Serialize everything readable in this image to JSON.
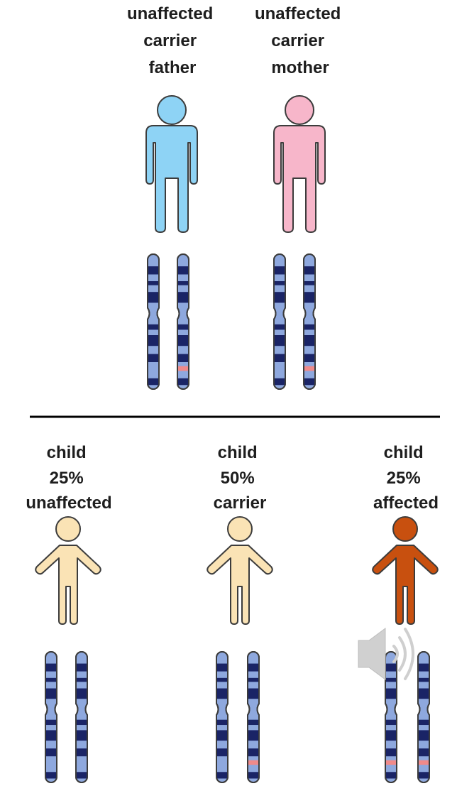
{
  "parents": {
    "father": {
      "lines": [
        "unaffected",
        "carrier",
        "father"
      ],
      "chromosomes": [
        "normal",
        "mutant"
      ],
      "fill": "#8ed3f5"
    },
    "mother": {
      "lines": [
        "unaffected",
        "carrier",
        "mother"
      ],
      "chromosomes": [
        "normal",
        "mutant"
      ],
      "fill": "#f7b6ca"
    }
  },
  "children": [
    {
      "lines": [
        "child",
        "25%",
        "unaffected"
      ],
      "chromosomes": [
        "normal",
        "normal"
      ],
      "fill": "#fae3b5"
    },
    {
      "lines": [
        "child",
        "50%",
        "carrier"
      ],
      "chromosomes": [
        "normal",
        "mutant"
      ],
      "fill": "#fae3b5"
    },
    {
      "lines": [
        "child",
        "25%",
        "affected"
      ],
      "chromosomes": [
        "mutant",
        "mutant"
      ],
      "fill": "#c8500f"
    }
  ],
  "colors": {
    "chromosome": "#8ea8de",
    "band": "#1a2466",
    "mutation": "#f08a8a",
    "outline": "#3c3c3c",
    "divider": "#000000"
  },
  "overlay_icon": "speaker-icon"
}
